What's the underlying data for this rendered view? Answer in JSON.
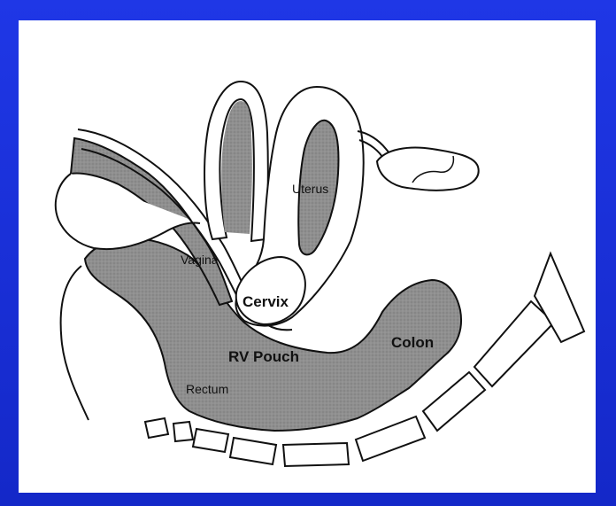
{
  "diagram": {
    "labels": {
      "uterus": "Uterus",
      "vagina": "Vagina",
      "cervix": "Cervix",
      "rv_pouch": "RV Pouch",
      "colon": "Colon",
      "rectum": "Rectum"
    },
    "colors": {
      "frame_blue": "#1a2fd6",
      "panel_white": "#ffffff",
      "tissue_gray": "#8f8f8f",
      "outline": "#111111"
    }
  }
}
